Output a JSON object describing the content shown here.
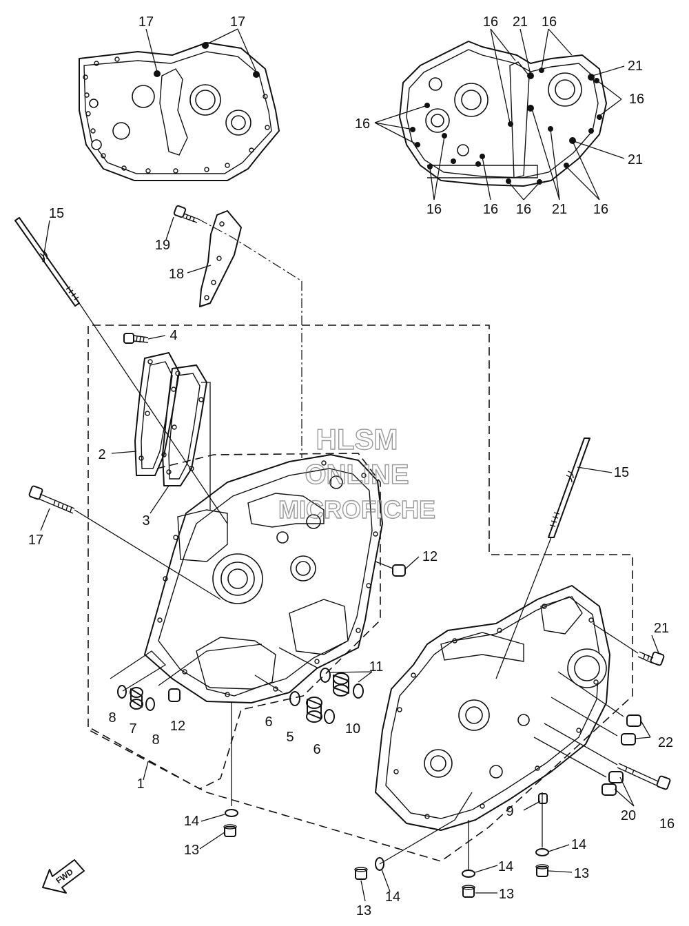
{
  "watermark": {
    "line1": "HLSM",
    "line2": "ONLINE",
    "line3": "MICROFICHE"
  },
  "direction_arrow": "FWD",
  "callouts": {
    "c1": "1",
    "c2": "2",
    "c3": "3",
    "c4": "4",
    "c5": "5",
    "c6a": "6",
    "c6b": "6",
    "c7": "7",
    "c8a": "8",
    "c8b": "8",
    "c9": "9",
    "c10": "10",
    "c11": "11",
    "c12a": "12",
    "c12b": "12",
    "c13a": "13",
    "c13b": "13",
    "c13c": "13",
    "c13d": "13",
    "c14a": "14",
    "c14b": "14",
    "c14c": "14",
    "c14d": "14",
    "c15a": "15",
    "c15b": "15",
    "c16a": "16",
    "c16b": "16",
    "c16c": "16",
    "c16d": "16",
    "c16e": "16",
    "c16f": "16",
    "c16g": "16",
    "c16h": "16",
    "c16i": "16",
    "c17a": "17",
    "c17b": "17",
    "c17c": "17",
    "c18": "18",
    "c19": "19",
    "c20": "20",
    "c21a": "21",
    "c21b": "21",
    "c21c": "21",
    "c21d": "21",
    "c21e": "21",
    "c22": "22"
  },
  "icons": {
    "fwd_arrow": "fwd-arrow-icon",
    "bolt": "bolt-icon",
    "washer": "washer-icon",
    "dowel": "dowel-pin-icon"
  }
}
